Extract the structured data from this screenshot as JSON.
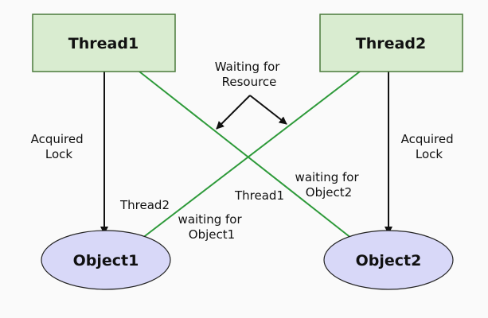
{
  "colors": {
    "background": "#fafafa",
    "thread_fill": "#d9ecd0",
    "thread_stroke": "#4a7a3a",
    "object_fill": "#d8d8f8",
    "object_stroke": "#222222",
    "edge_green": "#2e9a3a",
    "arrow": "#111111"
  },
  "threads": [
    {
      "label": "Thread1"
    },
    {
      "label": "Thread2"
    }
  ],
  "objects": [
    {
      "label": "Object1"
    },
    {
      "label": "Object2"
    }
  ],
  "annotations": {
    "acquired_lock_left": [
      "Acquired",
      "Lock"
    ],
    "acquired_lock_right": [
      "Acquired",
      "Lock"
    ],
    "waiting_for_resource": [
      "Waiting for",
      "Resource"
    ],
    "thread2_label": "Thread2",
    "thread1_label": "Thread1",
    "waiting_object1": [
      "waiting for",
      "Object1"
    ],
    "waiting_object2": [
      "waiting for",
      "Object2"
    ]
  }
}
